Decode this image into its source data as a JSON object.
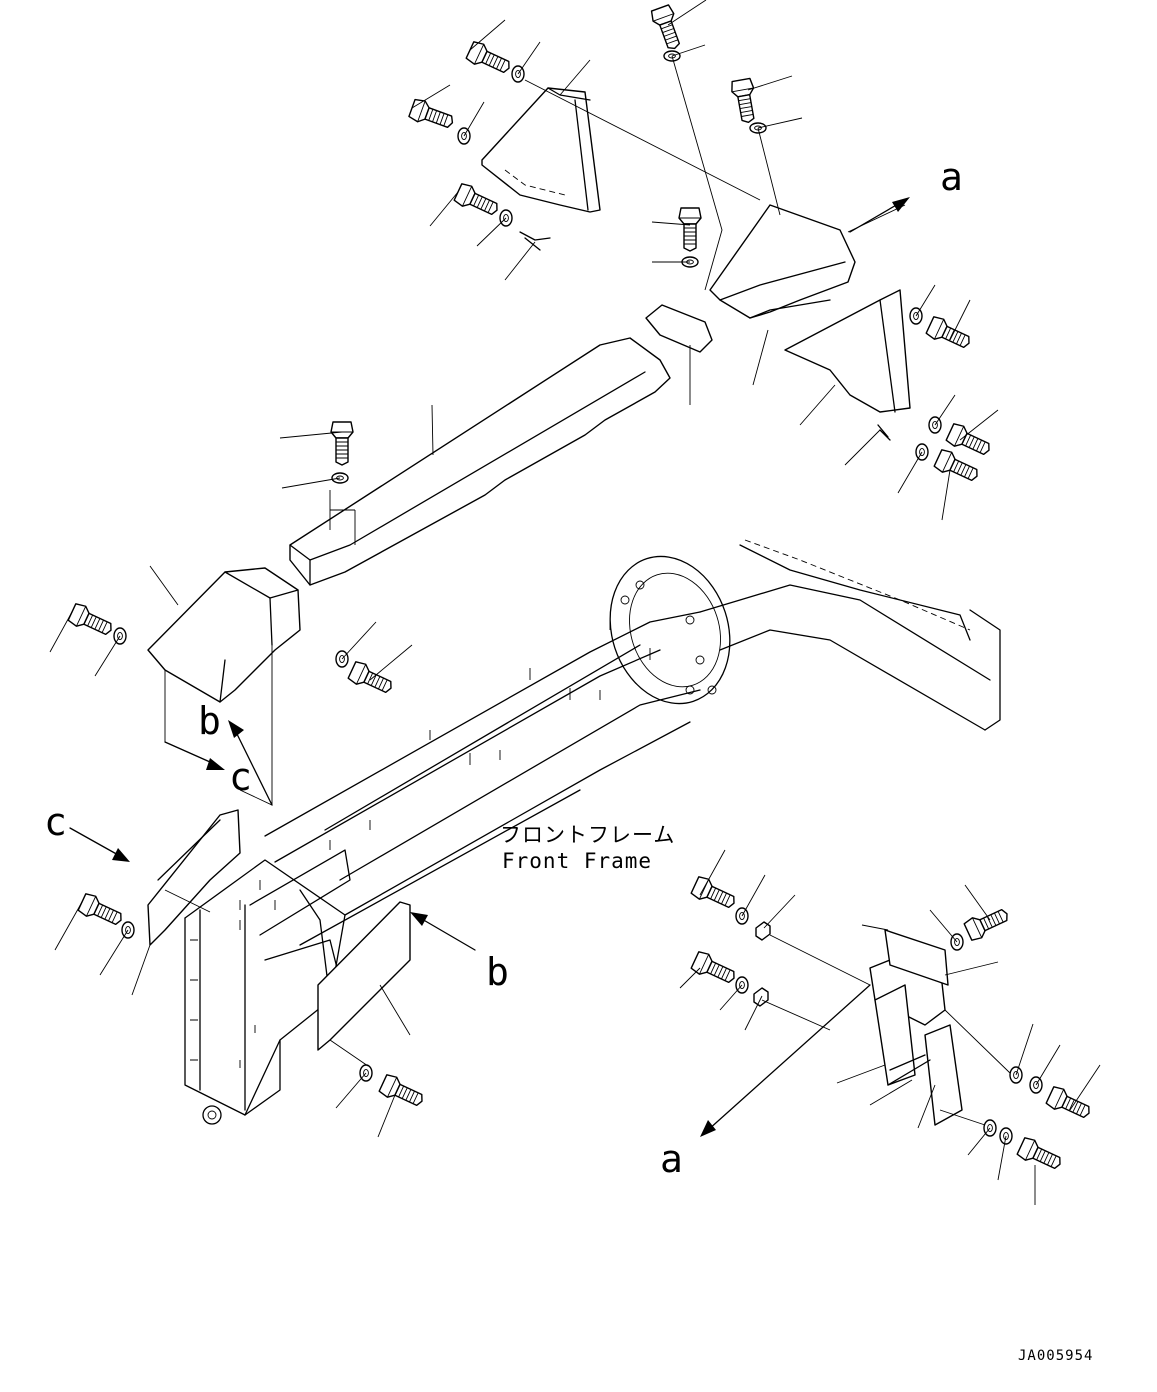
{
  "diagram": {
    "view_labels": {
      "a": "a",
      "b": "b",
      "c": "c"
    },
    "frame_label_jp": "フロントフレーム",
    "frame_label_en": "Front Frame",
    "drawing_code": "JA005954"
  }
}
